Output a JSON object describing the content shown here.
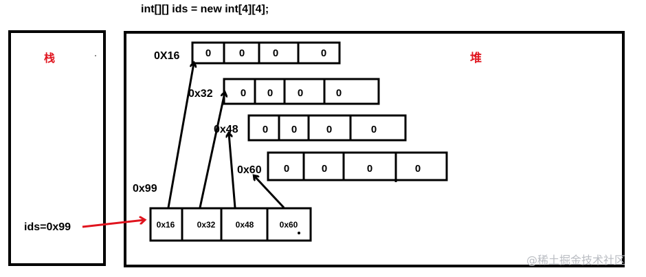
{
  "title": "int[][] ids = new int[4][4];",
  "stack_label": "栈",
  "heap_label": "堆",
  "rows": [
    {
      "address": "0X16",
      "values": [
        "0",
        "0",
        "0",
        "0"
      ]
    },
    {
      "address": "0x32",
      "values": [
        "0",
        "0",
        "0",
        "0"
      ]
    },
    {
      "address": "0x48",
      "values": [
        "0",
        "0",
        "0",
        "0"
      ]
    },
    {
      "address": "0x60",
      "values": [
        "0",
        "0",
        "0",
        "0"
      ]
    }
  ],
  "outer_array": {
    "address": "0x99",
    "values": [
      "0x16",
      "0x32",
      "0x48",
      "0x60"
    ]
  },
  "stack_var": "ids=0x99",
  "watermark": "@稀土掘金技术社区",
  "colors": {
    "ink": "#000000",
    "red": "#e0141e",
    "watermark": "#b9bcc2"
  }
}
